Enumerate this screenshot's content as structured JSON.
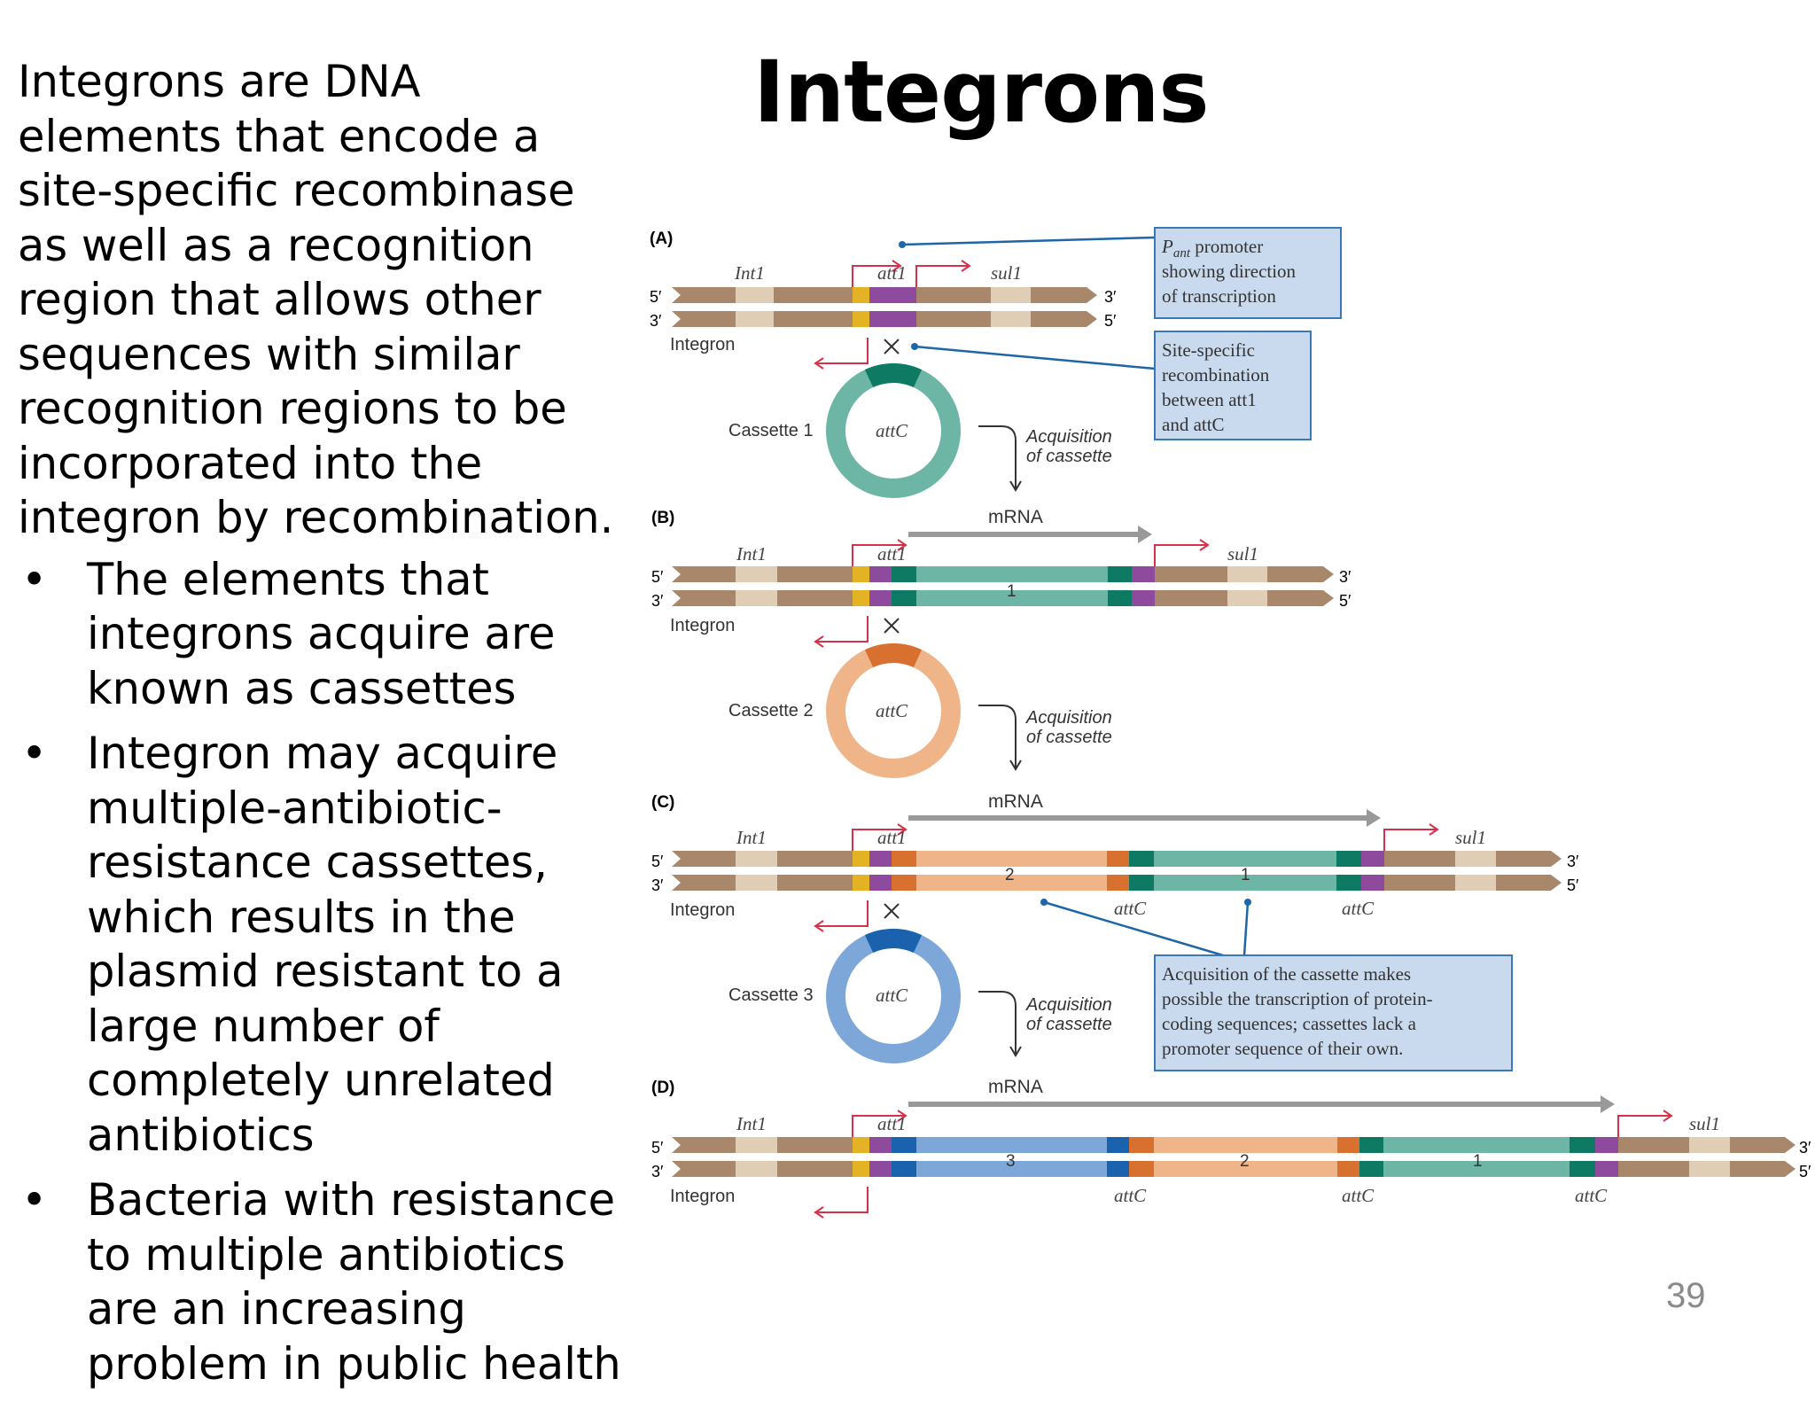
{
  "slide": {
    "title": "Integrons",
    "intro": "Integrons are DNA elements that encode a site-specific recombinase as well as a recognition region that allows other sequences with similar recognition regions to be incorporated into the integron by recombination.",
    "bullet_symbol": "•",
    "bullets": [
      "The elements that integrons acquire are known as cassettes",
      "Integron may acquire multiple-antibiotic-resistance cassettes, which results in the plasmid resistant to a large number of completely unrelated antibiotics",
      "Bacteria with resistance to multiple antibiotics are an increasing problem in public health"
    ],
    "page_number": "39"
  },
  "diagram": {
    "colors": {
      "dna_brown": "#a8876a",
      "dna_light": "#e0cdb6",
      "yellow": "#e3b325",
      "purple": "#8e4a9c",
      "teal": "#6db5a4",
      "teal_dark": "#0f7a63",
      "orange": "#f0b489",
      "orange_dark": "#d8702f",
      "blue": "#7ca7d8",
      "blue_dark": "#1a62ad",
      "red_arrow": "#d6314b",
      "gray_arrow": "#999999",
      "callout_fill": "#c9d9ee",
      "callout_border": "#3a78b8",
      "callout_line": "#1e66a8"
    },
    "panels": {
      "a": {
        "label": "(A)",
        "int1": "Int1",
        "att1": "att1",
        "sul1": "sul1",
        "five_prime": "5′",
        "three_prime": "3′",
        "integron": "Integron",
        "cassette": "Cassette 1",
        "attC": "attC",
        "acq_line1": "Acquisition",
        "acq_line2": "of cassette"
      },
      "b": {
        "label": "(B)",
        "mrna": "mRNA",
        "int1": "Int1",
        "att1": "att1",
        "sul1": "sul1",
        "five_prime": "5′",
        "three_prime": "3′",
        "integron": "Integron",
        "num1": "1",
        "cassette": "Cassette 2",
        "attC": "attC",
        "acq_line1": "Acquisition",
        "acq_line2": "of cassette"
      },
      "c": {
        "label": "(C)",
        "mrna": "mRNA",
        "int1": "Int1",
        "att1": "att1",
        "sul1": "sul1",
        "five_prime": "5′",
        "three_prime": "3′",
        "integron": "Integron",
        "num2": "2",
        "num1": "1",
        "attC_a": "attC",
        "attC_b": "attC",
        "cassette": "Cassette 3",
        "attC": "attC",
        "acq_line1": "Acquisition",
        "acq_line2": "of cassette"
      },
      "d": {
        "label": "(D)",
        "mrna": "mRNA",
        "int1": "Int1",
        "att1": "att1",
        "sul1": "sul1",
        "five_prime": "5′",
        "three_prime": "3′",
        "integron": "Integron",
        "num3": "3",
        "num2": "2",
        "num1": "1",
        "attC_a": "attC",
        "attC_b": "attC",
        "attC_c": "attC"
      }
    },
    "callouts": {
      "promoter": {
        "p": "P",
        "sub": "ant",
        "line1_rest": " promoter",
        "line2": "showing direction",
        "line3": "of transcription"
      },
      "recombination": {
        "line1": "Site-specific",
        "line2": "recombination",
        "line3": "between att1",
        "line4": "and attC"
      },
      "acquisition": {
        "line1": "Acquisition of the cassette makes",
        "line2": "possible the transcription of protein-",
        "line3": "coding sequences; cassettes lack a",
        "line4": "promoter sequence of their own."
      }
    }
  }
}
